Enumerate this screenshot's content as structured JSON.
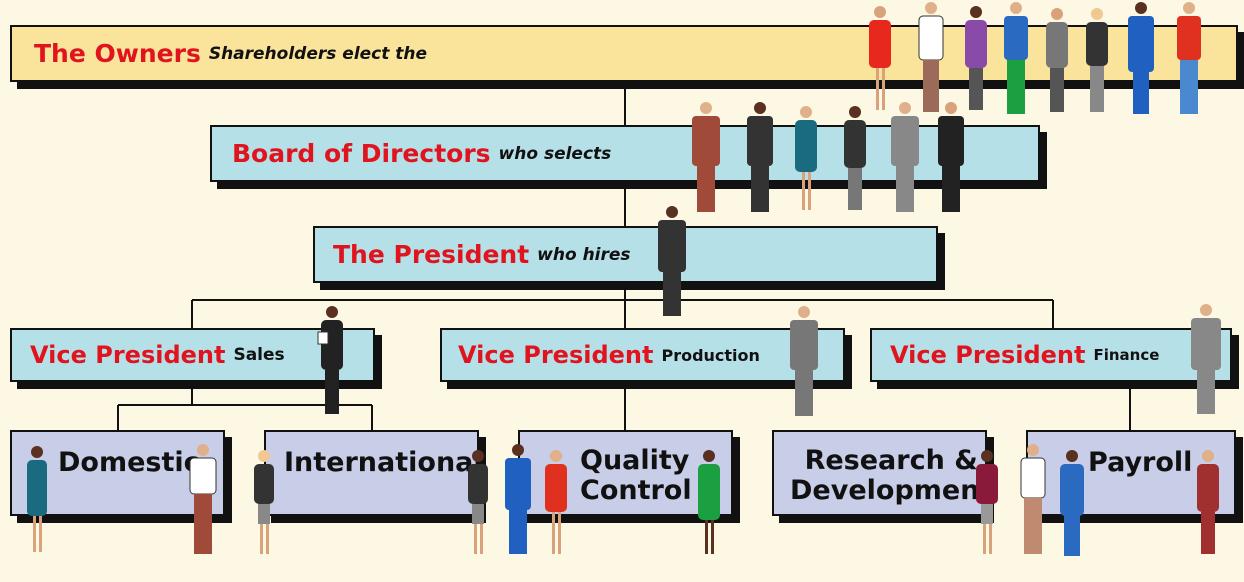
{
  "owners": {
    "title": "The Owners",
    "subtitle": "Shareholders elect the"
  },
  "board": {
    "title": "Board of Directors",
    "subtitle": "who selects"
  },
  "president": {
    "title": "The President",
    "subtitle": "who hires"
  },
  "vps": [
    {
      "title": "Vice President",
      "area": "Sales"
    },
    {
      "title": "Vice President",
      "area": "Production"
    },
    {
      "title": "Vice President",
      "area": "Finance"
    }
  ],
  "departments": [
    {
      "line1": "Domestic"
    },
    {
      "line1": "International"
    },
    {
      "line1": "Quality",
      "line2": "Control"
    },
    {
      "line1": "Research &",
      "line2": "Development"
    },
    {
      "line1": "Payroll"
    }
  ],
  "colors": {
    "owners_box": "#fae39a",
    "executive_box": "#b6e0e8",
    "department_box": "#c8cde8",
    "title_red": "#e0141e",
    "background": "#fdf8e3"
  }
}
